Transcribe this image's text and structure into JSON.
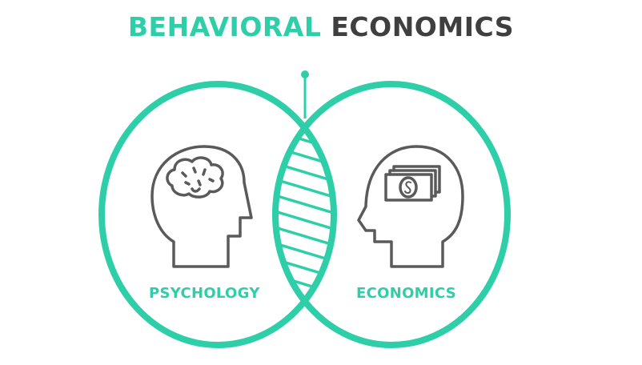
{
  "title": {
    "part1": "BEHAVIORAL",
    "part2": "ECONOMICS"
  },
  "sets": [
    {
      "label": "PSYCHOLOGY",
      "icon": "head-brain-icon"
    },
    {
      "label": "ECONOMICS",
      "icon": "head-money-icon"
    }
  ],
  "intersection": {
    "pattern": "diagonal-stripes",
    "pin": "pin-marker"
  },
  "colors": {
    "accent": "#2ecfa8",
    "dark_text": "#3f3f3f",
    "icon_stroke": "#5a5a5a",
    "background": "#ffffff"
  }
}
